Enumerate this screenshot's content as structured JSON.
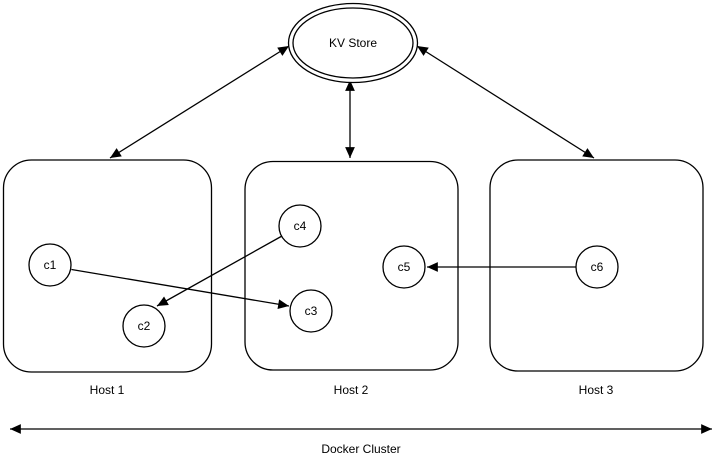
{
  "diagram": {
    "title": "Docker Cluster",
    "kv_store": {
      "label": "KV Store",
      "shape": "double-ellipse"
    },
    "hosts": [
      {
        "id": "host1",
        "label": "Host 1"
      },
      {
        "id": "host2",
        "label": "Host 2"
      },
      {
        "id": "host3",
        "label": "Host 3"
      }
    ],
    "containers": [
      {
        "id": "c1",
        "label": "c1",
        "host": "host1"
      },
      {
        "id": "c2",
        "label": "c2",
        "host": "host1"
      },
      {
        "id": "c3",
        "label": "c3",
        "host": "host2"
      },
      {
        "id": "c4",
        "label": "c4",
        "host": "host2"
      },
      {
        "id": "c5",
        "label": "c5",
        "host": "host2"
      },
      {
        "id": "c6",
        "label": "c6",
        "host": "host3"
      }
    ],
    "edges": [
      {
        "from": "kv_store",
        "to": "host1",
        "bidirectional": true
      },
      {
        "from": "kv_store",
        "to": "host2",
        "bidirectional": true
      },
      {
        "from": "kv_store",
        "to": "host3",
        "bidirectional": true
      },
      {
        "from": "c1",
        "to": "c3",
        "bidirectional": false
      },
      {
        "from": "c4",
        "to": "c2",
        "bidirectional": false
      },
      {
        "from": "c6",
        "to": "c5",
        "bidirectional": false
      }
    ],
    "cluster_label": "Docker Cluster",
    "colors": {
      "stroke": "#000000",
      "fill": "#ffffff",
      "background": "#ffffff"
    }
  }
}
